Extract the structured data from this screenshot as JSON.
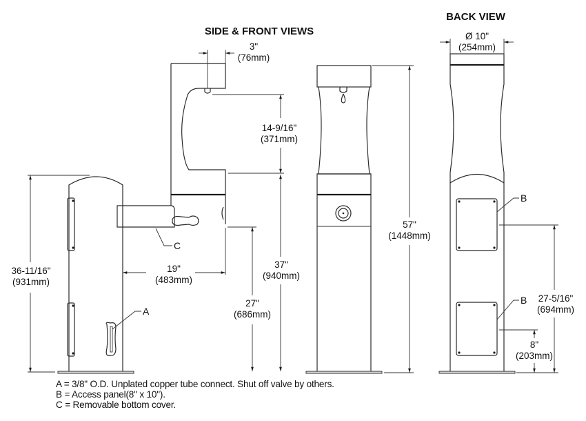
{
  "titles": {
    "side_front": "SIDE & FRONT VIEWS",
    "back": "BACK VIEW"
  },
  "dimensions": {
    "nozzle_offset": {
      "in": "3\"",
      "mm": "(76mm)"
    },
    "bottle_opening": {
      "in": "14-9/16\"",
      "mm": "(371mm)"
    },
    "fountain_height": {
      "in": "36-11/16\"",
      "mm": "(931mm)"
    },
    "bowl_projection": {
      "in": "19\"",
      "mm": "(483mm)"
    },
    "bowl_height": {
      "in": "27\"",
      "mm": "(686mm)"
    },
    "filler_height": {
      "in": "37\"",
      "mm": "(940mm)"
    },
    "overall_height": {
      "in": "57\"",
      "mm": "(1448mm)"
    },
    "diameter": {
      "in": "Ø 10\"",
      "mm": "(254mm)"
    },
    "panel_top": {
      "in": "27-5/16\"",
      "mm": "(694mm)"
    },
    "panel_bottom": {
      "in": "8\"",
      "mm": "(203mm)"
    }
  },
  "callouts": {
    "a": "A",
    "b1": "B",
    "b2": "B",
    "c": "C"
  },
  "notes": [
    "A = 3/8\" O.D. Unplated copper tube connect. Shut off valve by others.",
    "B = Access panel(8\" x 10\").",
    "C = Removable bottom cover."
  ]
}
